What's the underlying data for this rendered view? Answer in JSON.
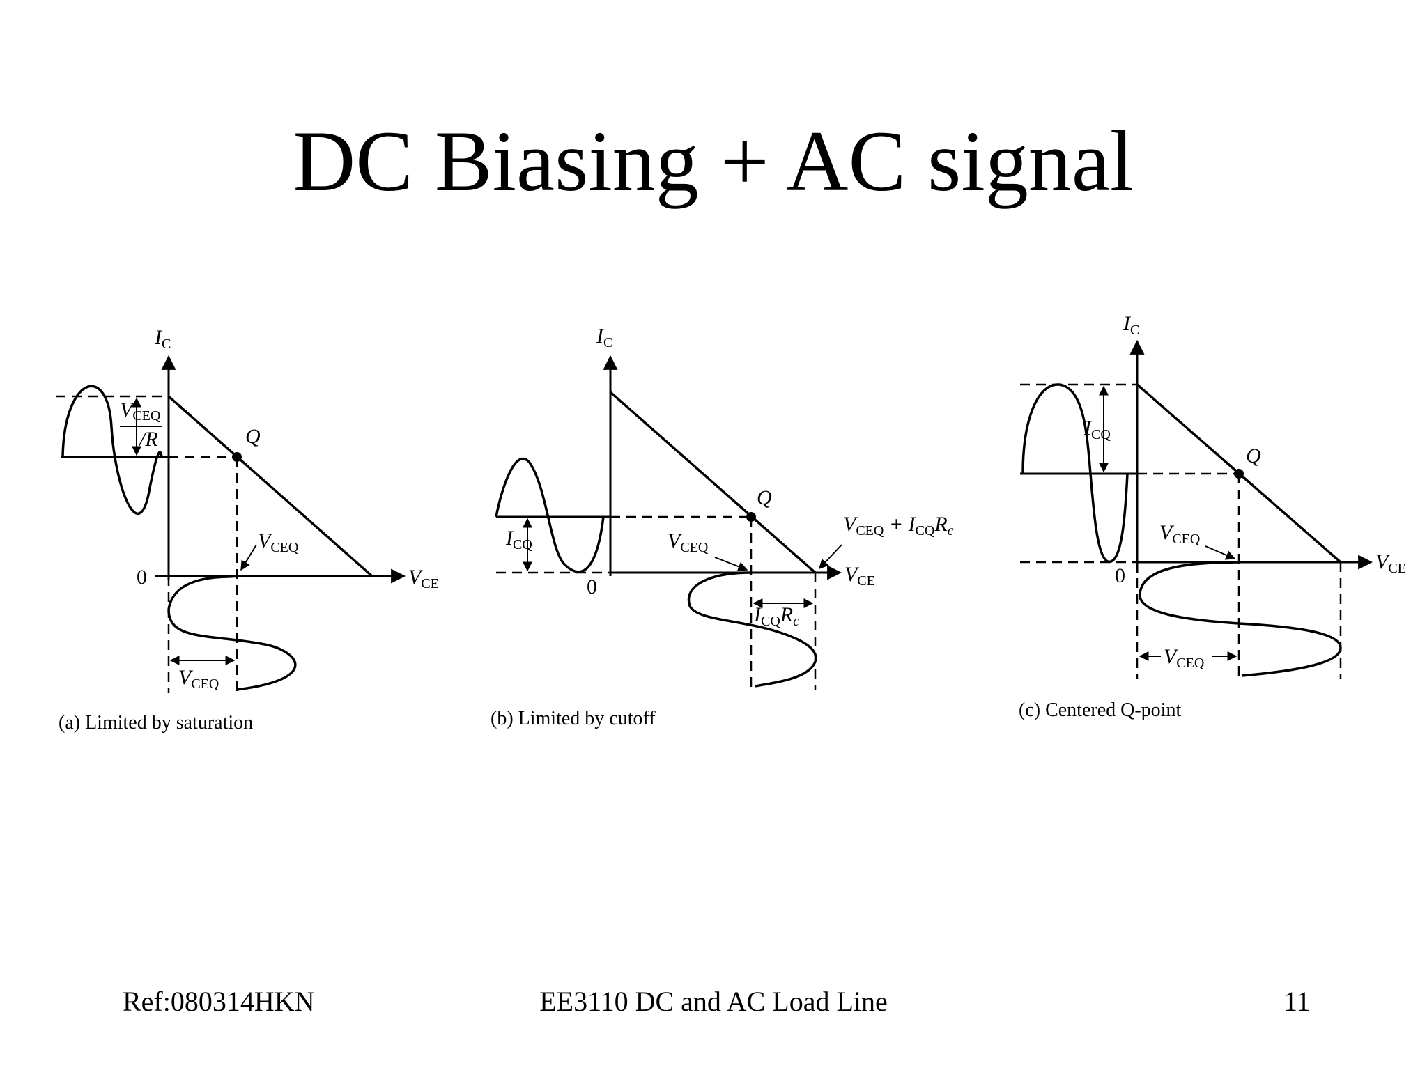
{
  "title": "DC Biasing + AC signal",
  "footer": {
    "ref": "Ref:080314HKN",
    "course": "EE3110 DC and AC Load Line",
    "page": "11"
  },
  "diagram": {
    "panels": [
      {
        "id": "a",
        "y_axis": "I",
        "y_axis_sub": "C",
        "x_axis": "V",
        "x_axis_sub": "CE",
        "origin": "0",
        "q_label": "Q",
        "annotations": [
          {
            "main": "V",
            "sub": "CEQ"
          },
          {
            "main": "/R",
            "sub": ""
          },
          {
            "main": "V",
            "sub": "CEQ"
          },
          {
            "main": "V",
            "sub": "CEQ"
          }
        ],
        "caption": "(a) Limited by saturation"
      },
      {
        "id": "b",
        "y_axis": "I",
        "y_axis_sub": "C",
        "x_axis": "V",
        "x_axis_sub": "CE",
        "origin": "0",
        "q_label": "Q",
        "annotations": [
          {
            "main": "I",
            "sub": "CQ"
          },
          {
            "main": "V",
            "sub": "CEQ"
          },
          {
            "main": "V",
            "sub": "CEQ",
            "rest": " + I",
            "sub2": "CQ",
            "tail": "R",
            "sub3": "c"
          },
          {
            "main": "I",
            "sub": "CQ",
            "tail": "R",
            "sub3": "c"
          }
        ],
        "caption": "(b) Limited by cutoff"
      },
      {
        "id": "c",
        "y_axis": "I",
        "y_axis_sub": "C",
        "x_axis": "V",
        "x_axis_sub": "CE",
        "origin": "0",
        "q_label": "Q",
        "annotations": [
          {
            "main": "I",
            "sub": "CQ"
          },
          {
            "main": "V",
            "sub": "CEQ"
          },
          {
            "main": "V",
            "sub": "CEQ"
          }
        ],
        "caption": "(c) Centered Q-point"
      }
    ]
  }
}
